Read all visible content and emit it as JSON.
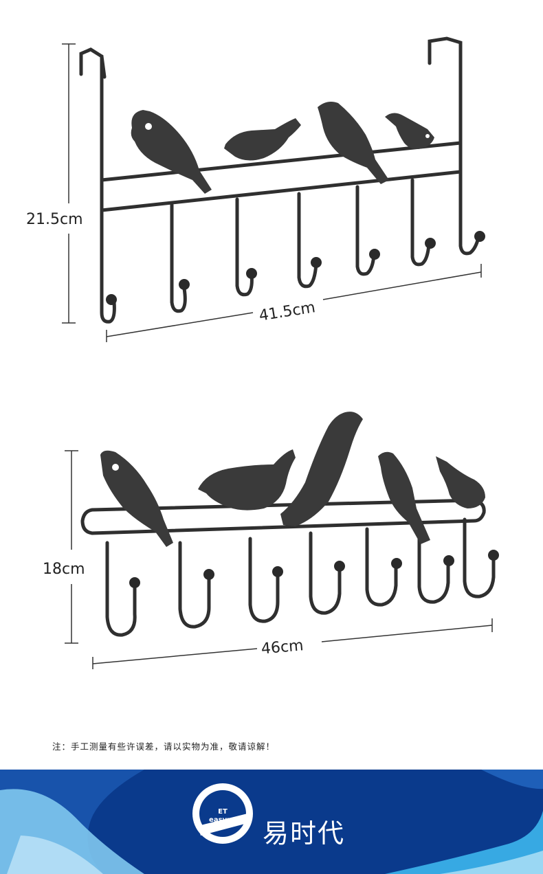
{
  "top_figure": {
    "height_label": "21.5cm",
    "width_label": "41.5cm"
  },
  "bottom_figure": {
    "height_label": "18cm",
    "width_label": "46cm"
  },
  "note": "注：手工测量有些许误差，请以实物为准，敬请谅解！",
  "brand": {
    "logo_text": "ET easyne",
    "name": "易时代"
  },
  "colors": {
    "metal": "#2f2f2f",
    "dimension_line": "#333333",
    "banner_blue": "#0a3a8c",
    "banner_light": "#3fb0e6"
  }
}
